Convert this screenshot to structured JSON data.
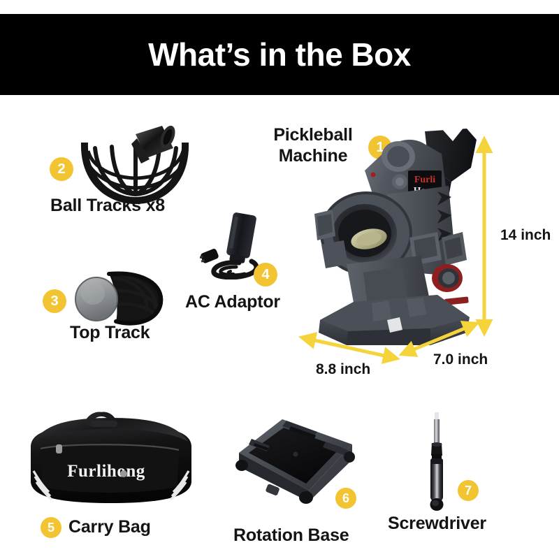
{
  "header": {
    "title": "What’s in the Box",
    "background_color": "#000000",
    "text_color": "#ffffff"
  },
  "theme": {
    "badge_color": "#f2c431",
    "badge_text_color": "#ffffff",
    "label_color": "#141414",
    "arrow_color": "#f5d33a",
    "page_background": "#ffffff"
  },
  "items": [
    {
      "number": "1",
      "label": "Pickleball Machine",
      "label_line1": "Pickleball",
      "label_line2": "Machine",
      "art": "pickleball-machine",
      "brand_text_line1": "Furli",
      "brand_text_line2": "Hong"
    },
    {
      "number": "2",
      "label": "Ball Tracks x8",
      "art": "ball-track"
    },
    {
      "number": "3",
      "label": "Top Track",
      "art": "top-track"
    },
    {
      "number": "4",
      "label": "AC Adaptor",
      "art": "ac-adaptor"
    },
    {
      "number": "5",
      "label": "Carry Bag",
      "art": "carry-bag",
      "bag_brand": "Furlihong"
    },
    {
      "number": "6",
      "label": "Rotation Base",
      "art": "rotation-base"
    },
    {
      "number": "7",
      "label": "Screwdriver",
      "art": "screwdriver"
    }
  ],
  "dimensions": {
    "height": "14 inch",
    "width": "8.8 inch",
    "depth": "7.0 inch"
  }
}
